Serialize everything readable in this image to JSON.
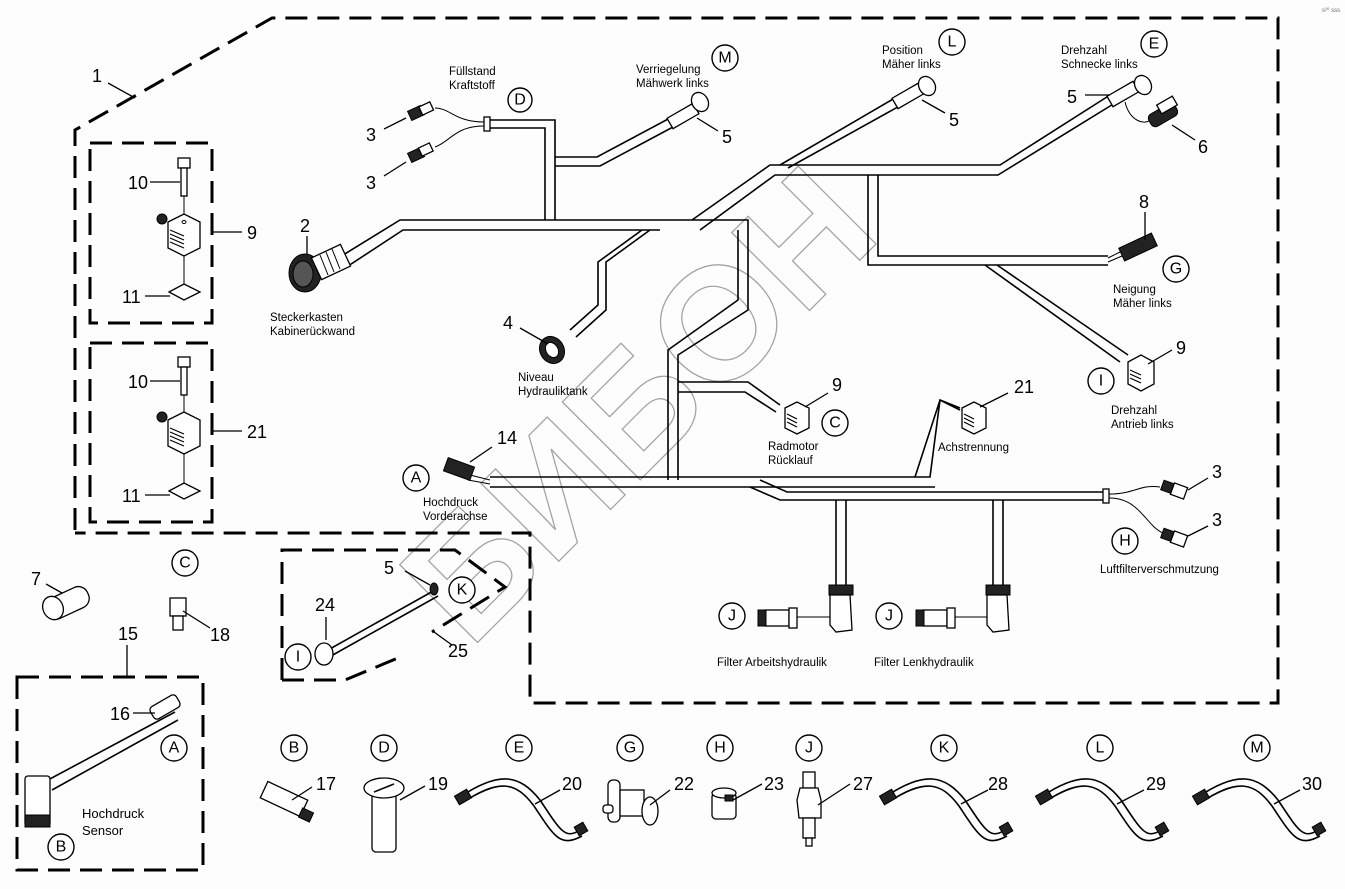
{
  "diagram": {
    "title": "Kabelbaum Mäher links",
    "corner_mark": "s²⁰ sss",
    "watermark": "БИБОН",
    "assembly_callout": "1",
    "letter_markers": {
      "A": "A",
      "B": "B",
      "C": "C",
      "D": "D",
      "E": "E",
      "G": "G",
      "H": "H",
      "I": "I",
      "J": "J",
      "K": "K",
      "L": "L",
      "M": "M"
    },
    "connection_labels": {
      "fuel_level": [
        "Füllstand",
        "Kraftstoff"
      ],
      "lock_mower": [
        "Verriegelung",
        "Mähwerk links"
      ],
      "position_mower": [
        "Position",
        "Mäher links"
      ],
      "speed_auger": [
        "Drehzahl",
        "Schnecke links"
      ],
      "tilt_mower": [
        "Neigung",
        "Mäher links"
      ],
      "speed_drive": [
        "Drehzahl",
        "Antrieb links"
      ],
      "plug_box": [
        "Steckerkasten",
        "Kabinerückwand"
      ],
      "level_tank": [
        "Niveau",
        "Hydrauliktank"
      ],
      "wheel_motor": [
        "Radmotor",
        "Rücklauf"
      ],
      "axle_disconnect": [
        "Achstrennung"
      ],
      "high_pressure_front": [
        "Hochdruck",
        "Vorderachse"
      ],
      "air_filter": [
        "Luftfilterverschmutzung"
      ],
      "filter_work": [
        "Filter Arbeitshydraulik"
      ],
      "filter_steer": [
        "Filter Lenkhydraulik"
      ],
      "high_pressure_sensor": [
        "Hochdruck",
        "Sensor"
      ]
    },
    "part_callouts": {
      "p2": "2",
      "p3a": "3",
      "p3b": "3",
      "p3c": "3",
      "p3d": "3",
      "p4": "4",
      "p5a": "5",
      "p5b": "5",
      "p5c": "5",
      "p5d": "5",
      "p6": "6",
      "p7": "7",
      "p8": "8",
      "p9a": "9",
      "p9b": "9",
      "p9c": "9",
      "p10a": "10",
      "p10b": "10",
      "p11a": "11",
      "p11b": "11",
      "p14": "14",
      "p15": "15",
      "p16": "16",
      "p17": "17",
      "p18": "18",
      "p19": "19",
      "p20": "20",
      "p21a": "21",
      "p21b": "21",
      "p22": "22",
      "p23": "23",
      "p24": "24",
      "p25": "25",
      "p27": "27",
      "p28": "28",
      "p29": "29",
      "p30": "30"
    }
  }
}
